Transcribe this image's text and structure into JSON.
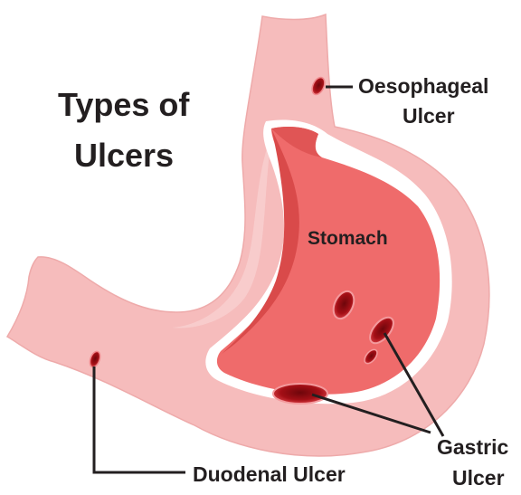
{
  "title": {
    "line1": "Types of",
    "line2": "Ulcers"
  },
  "organ_label": "Stomach",
  "labels": {
    "oesophageal": {
      "line1": "Oesophageal",
      "line2": "Ulcer"
    },
    "gastric": {
      "line1": "Gastric",
      "line2": "Ulcer"
    },
    "duodenal": "Duodenal Ulcer"
  },
  "colors": {
    "outer_wall": "#f6bcbc",
    "outer_wall_edge": "#e9a3a3",
    "inner_lining": "#ef6b6b",
    "inner_dark": "#d94a4a",
    "ulcer": "#c0161c",
    "ulcer_dark": "#8b0a10",
    "leader_line": "#231f20",
    "text": "#231f20"
  }
}
